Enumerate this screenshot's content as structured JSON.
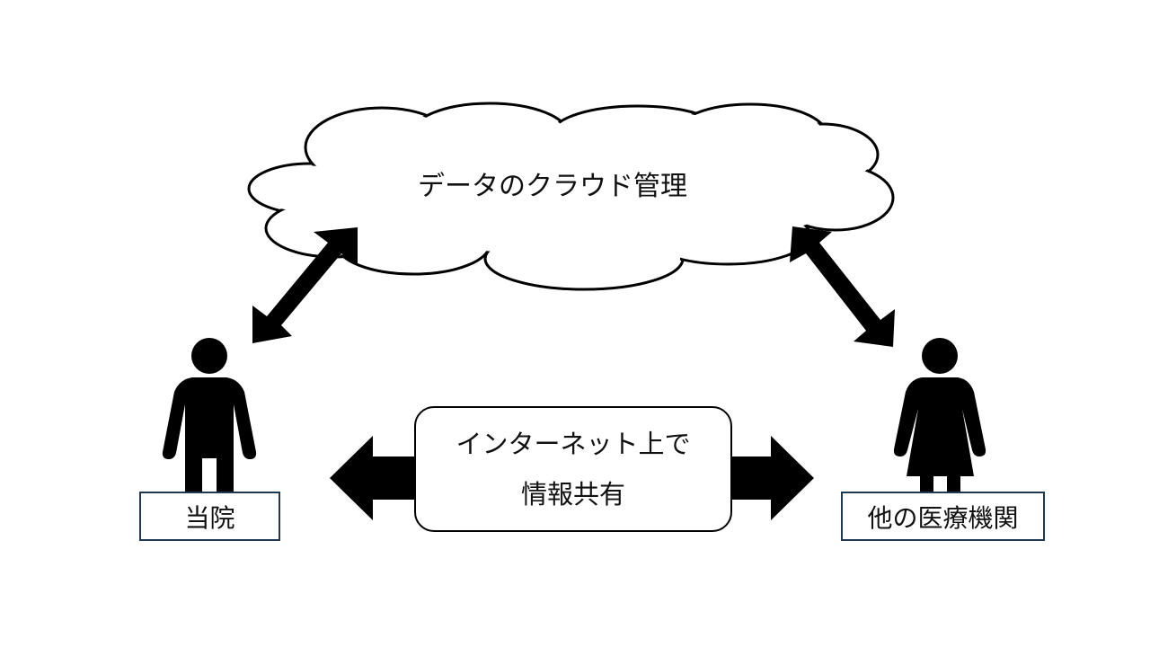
{
  "cloud": {
    "label": "データのクラウド管理"
  },
  "center_box": {
    "line1": "インターネット上で",
    "line2": "情報共有"
  },
  "left_node": {
    "label": "当院",
    "icon": "man-person-icon"
  },
  "right_node": {
    "label": "他の医療機関",
    "icon": "woman-person-icon"
  },
  "colors": {
    "stroke": "#000000",
    "label_border": "#1f3a50",
    "background": "#ffffff"
  }
}
